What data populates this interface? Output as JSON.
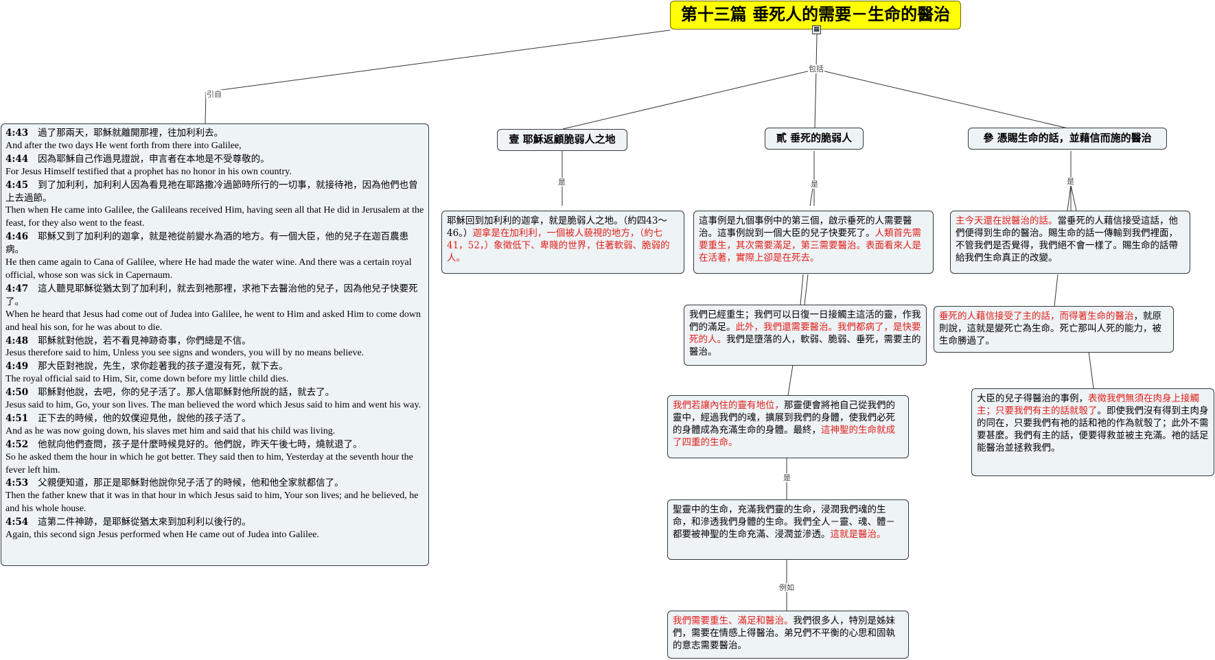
{
  "title": "第十三篇 垂死人的需要－生命的醫治",
  "expand_icon": "map-icon",
  "connector_labels": {
    "cite": "引自",
    "include": "包括",
    "is1": "是",
    "is2": "是",
    "is3": "是",
    "is4": "是",
    "example": "例如"
  },
  "headers": {
    "h1": "壹 耶穌返顧脆弱人之地",
    "h2": "貳 垂死的脆弱人",
    "h3": "參 憑賜生命的話，並藉信而施的醫治"
  },
  "scripture": [
    {
      "ref": "4:43",
      "zh": "過了那兩天，耶穌就離開那裡，往加利利去。",
      "en": "And after the two days He went forth from there into Galilee,"
    },
    {
      "ref": "4:44",
      "zh": "因為耶穌自己作過見證說，申言者在本地是不受尊敬的。",
      "en": "For Jesus Himself testified that a prophet has no honor in his own country."
    },
    {
      "ref": "4:45",
      "zh": "到了加利利，加利利人因為看見祂在耶路撒冷過節時所行的一切事，就接待祂，因為他們也曾上去過節。",
      "en": "Then when He came into Galilee, the Galileans received Him, having seen all that He did in Jerusalem at the feast, for they also went to the feast."
    },
    {
      "ref": "4:46",
      "zh": "耶穌又到了加利利的迦拿，就是祂從前變水為酒的地方。有一個大臣，他的兒子在迦百農患病。",
      "en": "He then came again to Cana of Galilee, where He had made the water wine. And there was a certain royal official, whose son was sick in Capernaum."
    },
    {
      "ref": "4:47",
      "zh": "這人聽見耶穌從猶太到了加利利，就去到祂那裡，求祂下去醫治他的兒子，因為他兒子快要死了。",
      "en": "When he heard that Jesus had come out of Judea into Galilee, he went to Him and asked Him to come down and heal his son, for he was about to die."
    },
    {
      "ref": "4:48",
      "zh": "耶穌就對他說，若不看見神跡奇事，你們總是不信。",
      "en": "Jesus therefore said to him, Unless you see signs and wonders, you will by no means believe."
    },
    {
      "ref": "4:49",
      "zh": "那大臣對祂說，先生，求你趁著我的孩子還沒有死，就下去。",
      "en": "The royal official said to Him, Sir, come down before my little child dies."
    },
    {
      "ref": "4:50",
      "zh": "耶穌對他說，去吧，你的兒子活了。那人信耶穌對他所說的話，就去了。",
      "en": "Jesus said to him, Go, your son lives. The man believed the word which Jesus said to him and went his way."
    },
    {
      "ref": "4:51",
      "zh": "正下去的時候，他的奴僕迎見他，說他的孩子活了。",
      "en": "And as he was now going down, his slaves met him and said that his child was living."
    },
    {
      "ref": "4:52",
      "zh": "他就向他們查問，孩子是什麼時候見好的。他們說，昨天午後七時，燒就退了。",
      "en": "So he asked them the hour in which he got better. They said then to him, Yesterday at the seventh hour the fever left him."
    },
    {
      "ref": "4:53",
      "zh": "父親便知道，那正是耶穌對他說你兒子活了的時候，他和他全家就都信了。",
      "en": "Then the father knew that it was in that hour in which Jesus said to him, Your son lives; and he believed, he and his whole house."
    },
    {
      "ref": "4:54",
      "zh": "這第二件神跡，是耶穌從猶太來到加利利以後行的。",
      "en": "Again, this second sign Jesus performed when He came out of Judea into Galilee."
    }
  ],
  "nodes": {
    "cana": {
      "p1": "耶穌回到加利利的迦拿，就是脆弱人之地。（約四43～46。）",
      "p2": "迦拿是在加利利，一個被人藐視的地方，（約七41，52，）象徵低下、卑賤的世界，住著軟弱、脆弱的人。"
    },
    "dying": {
      "p1": "這事例是九個事例中的第三個，啟示垂死的人需要醫治。這事例說到一個大臣的兒子快要死了。",
      "p2": "人類首先需要重生，其次需要滿足，第三需要醫治。表面看來人是在活著，實際上卻是在死去。"
    },
    "regen": {
      "p1": "我們已經重生；我們可以日復一日接觸主這活的靈，作我們的滿足。",
      "p2": "此外，我們還需要醫治。我們都病了，是快要死的人。",
      "p3": "我們是墮落的人，軟弱、脆弱、垂死，需要主的醫治。"
    },
    "spirit": {
      "p1": "我們若讓內住的靈有地位，",
      "p2": "那靈便會將祂自己從我們的靈中，經過我們的魂，擴展到我們的身體，使我們必死的身體成為充滿生命的身體。最終，",
      "p3": "這神聖的生命就成了四重的生命。"
    },
    "life": {
      "p1": "聖靈中的生命，充滿我們靈的生命，浸潤我們魂的生命，和滲透我們身體的生命。我們全人－靈、魂、體－都要被神聖的生命充滿、浸潤並滲透。",
      "p2": "這就是醫治。"
    },
    "need": {
      "p1": "我們需要重生、滿足和醫治。",
      "p2": "我們很多人，特別是姊妹們，需要在情感上得醫治。弟兄們不平衡的心思和固執的意志需要醫治。"
    },
    "speak": {
      "p1": "主今天還在說醫治的話。",
      "p2": "當垂死的人藉信接受這話，他們便得到生命的醫治。賜生命的話一傳輸到我們裡面，不管我們是否覺得，我們絕不會一樣了。賜生命的話帶給我們生命真正的改變。"
    },
    "faith": {
      "p1": "垂死的人藉信接受了主的話，而得著生命的醫治",
      "p2": "，就原則說，這就是變死亡為生命。死亡那叫人死的能力，被生命勝過了。"
    },
    "official": {
      "p1": "大臣的兒子得醫治的事例，",
      "p2": "表徵我們無須在肉身上接觸主；只要我們有主的話就彀了",
      "p3": "。即使我們沒有得到主肉身的同在，只要我們有祂的話和祂的作為就彀了；此外不需要甚麼。我們有主的話，便要得救並被主充滿。祂的話足能醫治並拯救我們。"
    }
  }
}
